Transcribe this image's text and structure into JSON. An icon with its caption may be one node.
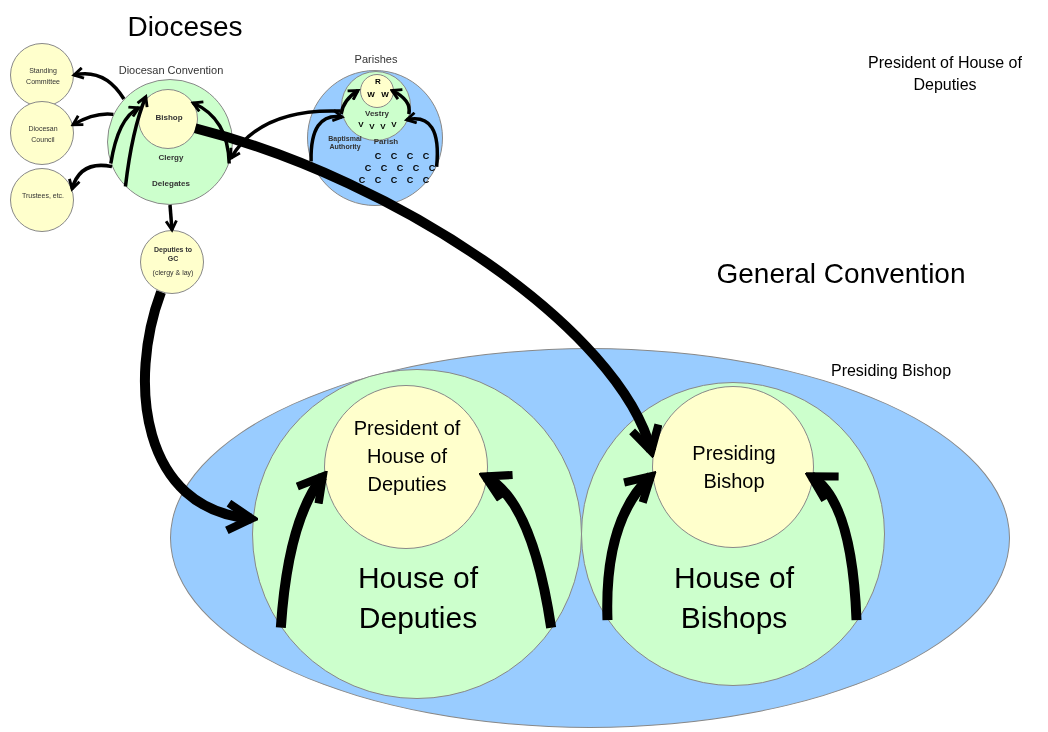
{
  "diagram": {
    "nodes": [
      {
        "text": [
          "Standing Committee"
        ]
      },
      {
        "text": [
          "Diocesan Council"
        ]
      },
      {
        "text": [
          "Trustees, etc."
        ]
      },
      {
        "text": [
          "Diocesan Convention",
          "Clergy",
          "Delegates"
        ]
      },
      {
        "text": [
          "Bishop"
        ],
        "in": 3
      },
      {
        "text": [
          "Deputies to GC",
          "(clergy & lay)"
        ]
      },
      {
        "text": [
          "Parishes",
          "Baptismal Authority",
          "Parish",
          "C",
          "C",
          "C",
          "C",
          "C",
          "C",
          "C",
          "C",
          "C",
          "C",
          "C",
          "C",
          "C",
          "C"
        ]
      },
      {
        "text": [
          "Vestry",
          "V",
          "V",
          "V",
          "V"
        ],
        "in": 6
      },
      {
        "text": [
          "R",
          "W",
          "W"
        ],
        "in": 7
      },
      {
        "text": [
          "General Convention",
          "Presiding Bishop"
        ]
      },
      {
        "text": [
          "House of Deputies"
        ],
        "in": 9
      },
      {
        "text": [
          "President of House of Deputies"
        ],
        "in": 10
      },
      {
        "text": [
          "House of Bishops"
        ],
        "in": 9
      },
      {
        "text": [
          "Presiding Bishop"
        ],
        "in": 12
      }
    ],
    "edges": [
      {
        "from": 3,
        "to": 0,
        "arrow": "to"
      },
      {
        "from": 3,
        "to": 1,
        "arrow": "to"
      },
      {
        "from": 3,
        "to": 2,
        "arrow": "to"
      },
      {
        "from": 3,
        "to": 4,
        "arrow": "to"
      },
      {
        "from": 3,
        "to": 4,
        "arrow": "to"
      },
      {
        "from": 3,
        "to": 4,
        "arrow": "to"
      },
      {
        "from": 7,
        "to": 3,
        "arrow": "to"
      },
      {
        "from": 3,
        "to": 5,
        "arrow": "to"
      },
      {
        "from": 5,
        "to": 10,
        "arrow": "to",
        "style": "thick"
      },
      {
        "from": 4,
        "to": 13,
        "arrow": "to",
        "style": "thick"
      },
      {
        "from": 6,
        "to": 7,
        "arrow": "to"
      },
      {
        "from": 6,
        "to": 7,
        "arrow": "to"
      },
      {
        "from": 7,
        "to": 8,
        "arrow": "to"
      },
      {
        "from": 7,
        "to": 8,
        "arrow": "to"
      },
      {
        "from": 10,
        "to": 11,
        "arrow": "to",
        "style": "thick"
      },
      {
        "from": 10,
        "to": 11,
        "arrow": "to",
        "style": "thick"
      },
      {
        "from": 12,
        "to": 13,
        "arrow": "to",
        "style": "thick"
      },
      {
        "from": 12,
        "to": 13,
        "arrow": "to",
        "style": "thick"
      }
    ],
    "labels": [
      "Dioceses",
      "President of House of Deputies"
    ]
  }
}
